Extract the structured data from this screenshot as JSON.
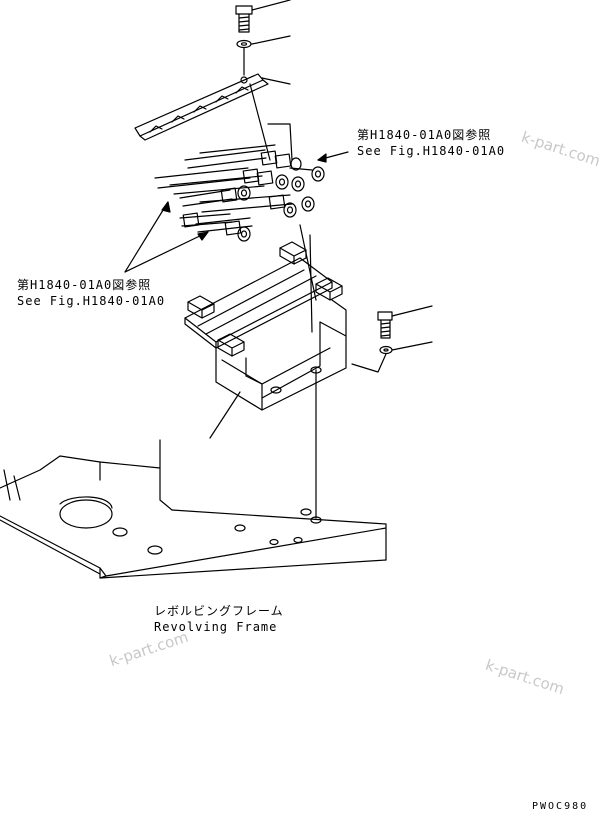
{
  "callouts": {
    "ref_top_jp": "第H1840-01A0図参照",
    "ref_top_en": "See Fig.H1840-01A0",
    "ref_left_jp": "第H1840-01A0図参照",
    "ref_left_en": "See Fig.H1840-01A0",
    "frame_jp": "レボルビングフレーム",
    "frame_en": "Revolving Frame"
  },
  "watermarks": [
    "k-part.com",
    "k-part.com",
    "k-part.com"
  ],
  "drawing_code": "PWOC980",
  "colors": {
    "line": "#000000",
    "watermark": "#c8c8c8",
    "background": "#ffffff"
  }
}
